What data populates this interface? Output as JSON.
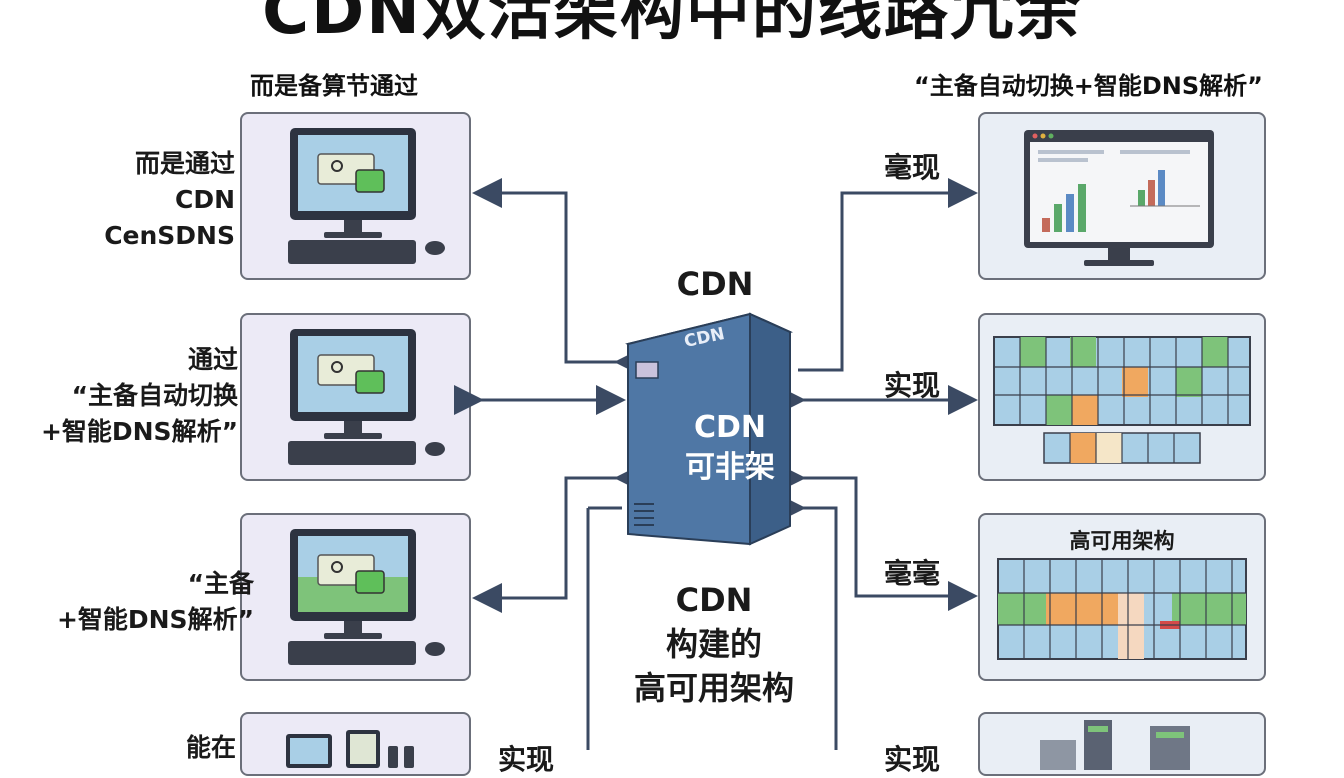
{
  "title": "CDN双活架构中的线路冗余",
  "left_header": "而是备算节通过",
  "right_header": "“主备自动切换+智能DNS解析”",
  "left_items": [
    {
      "lines": [
        "而是通过",
        "CDN",
        "CenSDNS"
      ]
    },
    {
      "lines": [
        "通过",
        "“主备自动切换",
        "+智能DNS解析”"
      ]
    },
    {
      "lines": [
        "“主备",
        "+智能DNS解析”"
      ]
    },
    {
      "lines": [
        "能在"
      ]
    }
  ],
  "right_items": [
    {
      "label": "毫现"
    },
    {
      "label": "实现"
    },
    {
      "label": "毫毫",
      "panel_title": "高可用架构"
    },
    {
      "label": "实现"
    }
  ],
  "bottom_left_label": "实现",
  "center": {
    "top_label": "CDN",
    "server_top_text": "CDN",
    "server_text_1": "CDN",
    "server_text_2": "可非架",
    "bottom_lines": [
      "CDN",
      "构建的",
      "高可用架构"
    ]
  },
  "colors": {
    "server": "#4f77a5",
    "arrow": "#3b4a63",
    "panel_left": "#eceaf6",
    "panel_right": "#e9eef5"
  }
}
